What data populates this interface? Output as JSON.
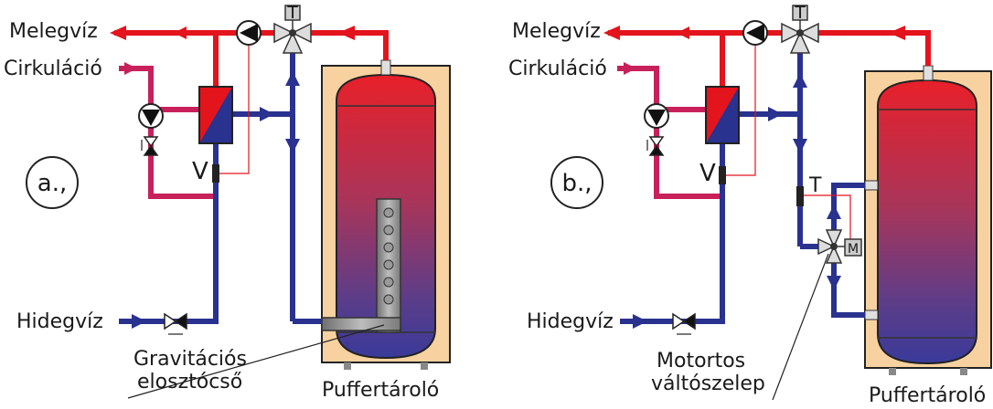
{
  "labels": {
    "hot_water": "Melegvíz",
    "circulation": "Cirkuláció",
    "cold_water": "Hidegvíz",
    "buffer_tank": "Puffertároló",
    "valve_v": "V",
    "thermo_t": "T",
    "motor_m": "M"
  },
  "panel_a": {
    "tag": "a.,",
    "gravity_label_1": "Gravitációs",
    "gravity_label_2": "elosztócső"
  },
  "panel_b": {
    "tag": "b.,",
    "motor_valve_label_1": "Motortos",
    "motor_valve_label_2": "váltószelep"
  },
  "colors": {
    "hot": "#e3141c",
    "cold": "#29328f",
    "circulation": "#c8205a",
    "tank_case": "#f7d2a0",
    "signal": "#e3141c"
  }
}
